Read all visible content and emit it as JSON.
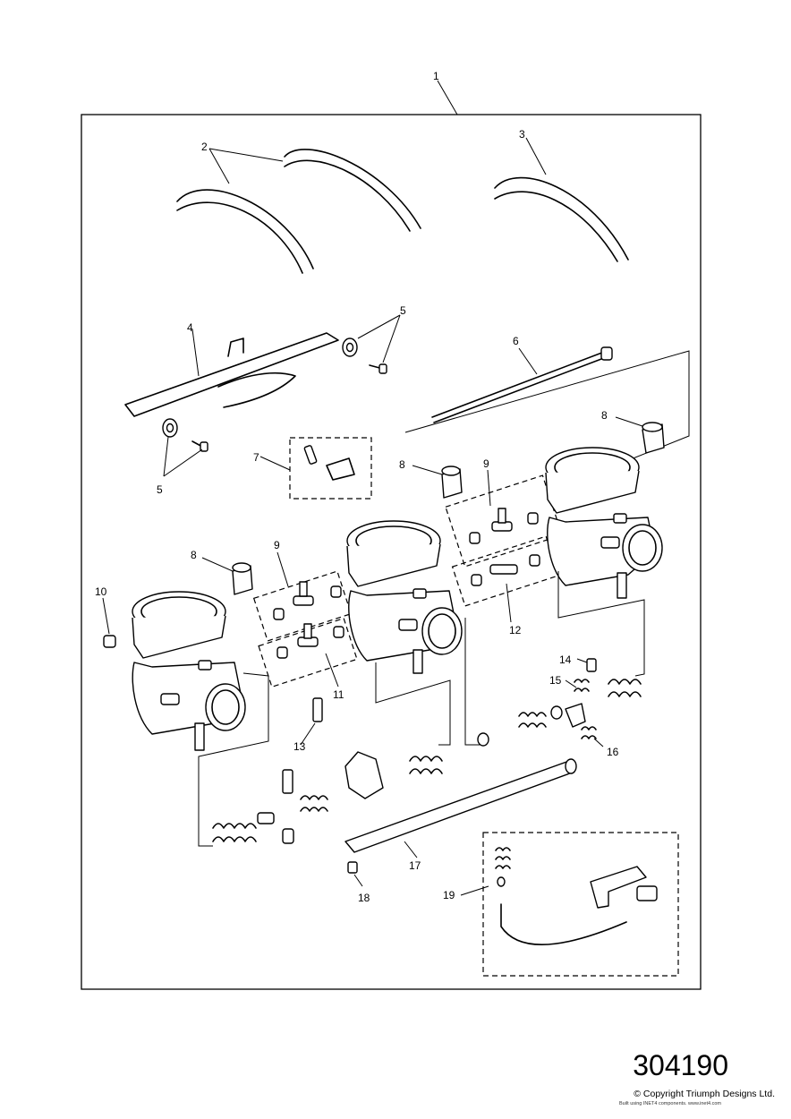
{
  "diagram": {
    "part_number": "304190",
    "copyright": "© Copyright Triumph Designs Ltd.",
    "built_note": "Built using INET4 components. www.inet4.com",
    "callouts": [
      "1",
      "2",
      "3",
      "4",
      "5",
      "5",
      "6",
      "7",
      "8",
      "8",
      "8",
      "9",
      "9",
      "10",
      "11",
      "12",
      "13",
      "14",
      "15",
      "16",
      "17",
      "18",
      "19"
    ]
  }
}
